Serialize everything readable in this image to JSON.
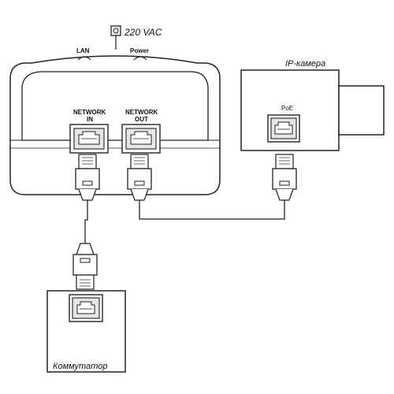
{
  "power_input": {
    "voltage_label": "220 VAC"
  },
  "injector": {
    "led_lan_label": "LAN",
    "led_power_label": "Power",
    "port_in_label_line1": "NETWORK",
    "port_in_label_line2": "IN",
    "port_out_label_line1": "NETWORK",
    "port_out_label_line2": "OUT"
  },
  "camera": {
    "title": "IP-камера",
    "port_label": "PoE"
  },
  "switch": {
    "title": "Коммутатор"
  },
  "colors": {
    "stroke": "#222222",
    "fill": "#ffffff",
    "port_fill": "#e6e6e6"
  }
}
